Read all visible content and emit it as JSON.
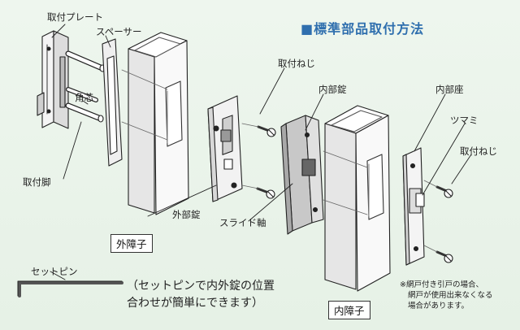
{
  "title": "■標準部品取付方法",
  "labels": {
    "mounting_plate": "取付プレート",
    "spacer": "スペーサー",
    "square_core": "角芯",
    "mounting_leg": "取付脚",
    "outer_lock": "外部錠",
    "outer_stile": "外障子",
    "mounting_screw_1": "取付ねじ",
    "inner_lock": "内部錠",
    "slide_shaft": "スライド軸",
    "inner_seat": "内部座",
    "knob": "ツマミ",
    "mounting_screw_2": "取付ねじ",
    "inner_stile": "内障子",
    "set_pin": "セットピン"
  },
  "set_pin_note": {
    "line1": "（セットピンで内外錠の位置",
    "line2": "合わせが簡単にできます）"
  },
  "footnote": {
    "line1": "※網戸付き引戸の場合、",
    "line2": "網戸が使用出来なくなる",
    "line3": "場合があります。"
  }
}
